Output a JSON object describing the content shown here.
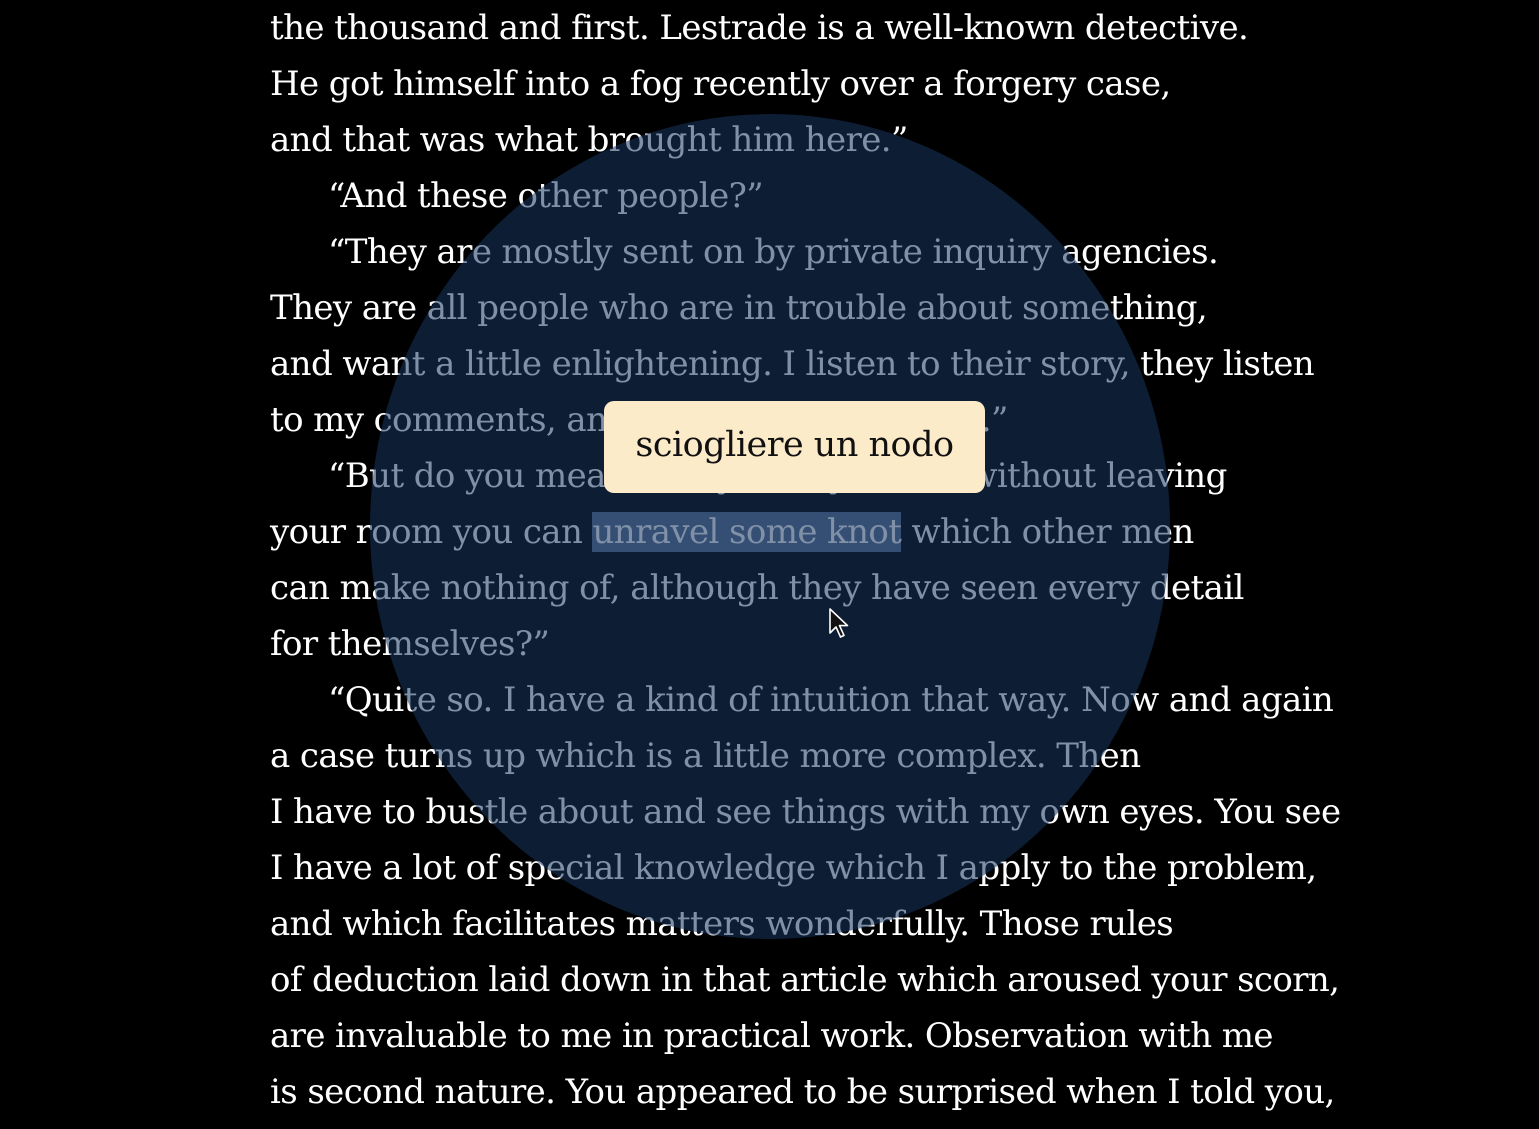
{
  "reader": {
    "lines": [
      {
        "text": "the thousand and first. Lestrade is a well-known detective."
      },
      {
        "text": "He got himself into a fog recently over a forgery case,"
      },
      {
        "text": "and that was what brought him here.”"
      },
      {
        "text": "“And these other people?”"
      },
      {
        "text": "“They are mostly sent on by private inquiry agencies."
      },
      {
        "text": "They are all people who are in trouble about something,"
      },
      {
        "text": "and want a little enlightening. I listen to their story, they listen"
      },
      {
        "text": "to my comments, and then I pocket my fee.”"
      },
      {
        "text": "“But do you mean to say, that you can without leaving"
      },
      {
        "before": "your room you can ",
        "highlight": "unravel some knot",
        "after": " which other men"
      },
      {
        "text": "can make nothing of, although they have seen every detail"
      },
      {
        "text": "for themselves?”"
      },
      {
        "text": "“Quite so. I have a kind of intuition that way. Now and again"
      },
      {
        "text": "a case turns up which is a little more complex. Then"
      },
      {
        "text": "I have to bustle about and see things with my own eyes. You see"
      },
      {
        "text": "I have a lot of special knowledge which I apply to the problem,"
      },
      {
        "text": "and which facilitates matters wonderfully. Those rules"
      },
      {
        "text": "of deduction laid down in that article which aroused your scorn,"
      },
      {
        "text": "are invaluable to me in practical work. Observation with me"
      },
      {
        "text": "is second nature. You appeared to be surprised when I told you,"
      }
    ]
  },
  "translation": {
    "text": "sciogliere un nodo"
  },
  "colors": {
    "background": "#000000",
    "text": "#ffffff",
    "spotlight": "#16345f",
    "highlight": "#5b6e8e",
    "tooltip_background": "#fcebc9"
  },
  "icons": {
    "cursor": "mouse-pointer-icon"
  }
}
